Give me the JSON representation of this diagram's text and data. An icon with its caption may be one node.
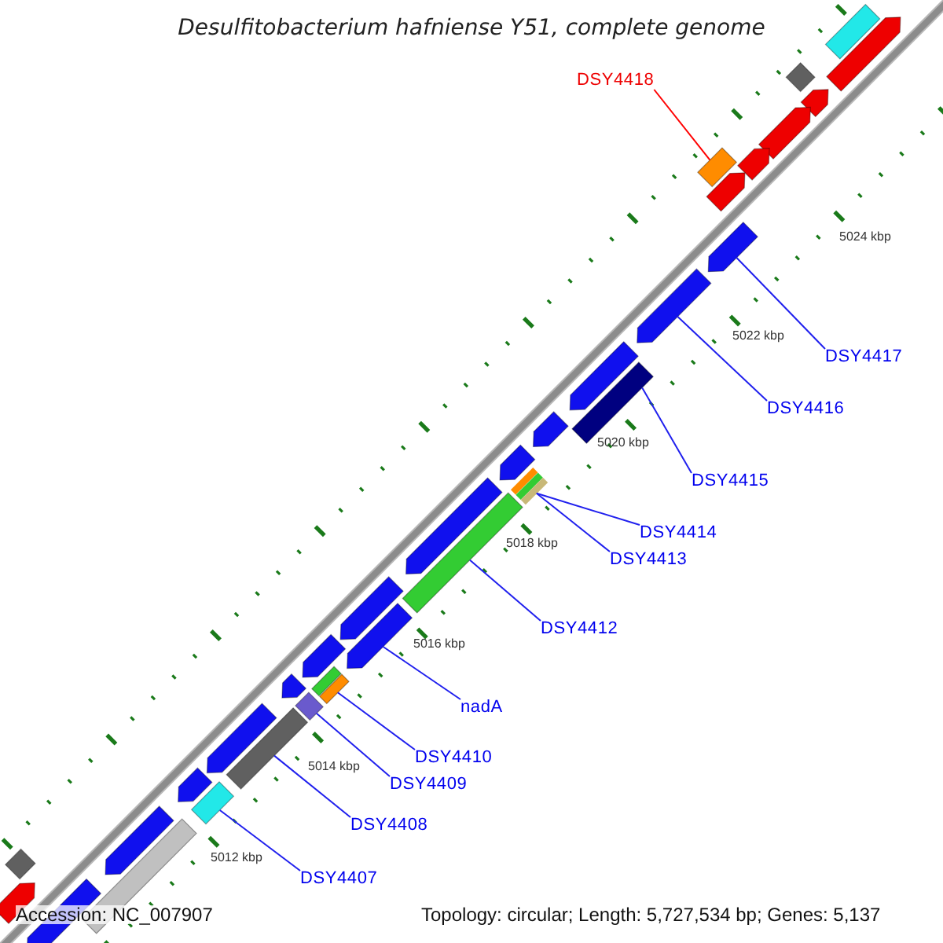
{
  "diagram": {
    "title": "Desulfitobacterium hafniense Y51, complete genome",
    "nodes": [
      {
        "text": [
          "DSY4418"
        ]
      },
      {
        "text": [],
        "shape": "bar"
      },
      {
        "text": [
          "DSY4417"
        ]
      },
      {
        "text": [],
        "shape": "arrow"
      },
      {
        "text": [
          "DSY4416"
        ]
      },
      {
        "text": [],
        "shape": "arrow"
      },
      {
        "text": [
          "DSY4415"
        ]
      },
      {
        "text": [],
        "shape": "bar"
      },
      {
        "text": [
          "DSY4414"
        ]
      },
      {
        "text": [],
        "shape": "bar"
      },
      {
        "text": [
          "DSY4413"
        ]
      },
      {
        "text": [
          "DSY4412"
        ]
      },
      {
        "text": [],
        "shape": "bar"
      },
      {
        "text": [
          "nadA"
        ]
      },
      {
        "text": [],
        "shape": "arrow"
      },
      {
        "text": [
          "DSY4410"
        ]
      },
      {
        "text": [],
        "shape": "bar"
      },
      {
        "text": [
          "DSY4409"
        ]
      },
      {
        "text": [],
        "shape": "bar"
      },
      {
        "text": [
          "DSY4408"
        ]
      },
      {
        "text": [],
        "shape": "bar"
      },
      {
        "text": [
          "DSY4407"
        ]
      },
      {
        "text": [],
        "shape": "bar"
      },
      {
        "text": [],
        "shape": "bar"
      },
      {
        "text": [],
        "shape": "arrow"
      },
      {
        "text": [],
        "shape": "bar"
      },
      {
        "text": [],
        "shape": "arrow"
      },
      {
        "text": [],
        "shape": "arrow"
      },
      {
        "text": [],
        "shape": "arrow"
      },
      {
        "text": [],
        "shape": "arrow"
      },
      {
        "text": [],
        "shape": "arrow"
      },
      {
        "text": [],
        "shape": "arrow"
      },
      {
        "text": [],
        "shape": "arrow"
      },
      {
        "text": [],
        "shape": "arrow"
      },
      {
        "text": [],
        "shape": "arrow"
      },
      {
        "text": [],
        "shape": "arrow"
      },
      {
        "text": [],
        "shape": "arrow"
      },
      {
        "text": [],
        "shape": "bar"
      },
      {
        "text": [],
        "shape": "arrow"
      },
      {
        "text": [],
        "shape": "arrow"
      },
      {
        "text": [],
        "shape": "arrow"
      },
      {
        "text": [],
        "shape": "bar"
      },
      {
        "text": [],
        "shape": "bar"
      },
      {
        "text": [],
        "shape": "arrow"
      },
      {
        "text": [],
        "shape": "arrow"
      }
    ],
    "edges": [
      {
        "from": 0,
        "to": 1,
        "arrow": "none",
        "color": "#ff0000"
      },
      {
        "from": 2,
        "to": 3,
        "arrow": "none"
      },
      {
        "from": 4,
        "to": 5,
        "arrow": "none"
      },
      {
        "from": 6,
        "to": 7,
        "arrow": "none"
      },
      {
        "from": 8,
        "to": 9,
        "arrow": "none"
      },
      {
        "from": 10,
        "to": 9,
        "arrow": "none"
      },
      {
        "from": 11,
        "to": 12,
        "arrow": "none"
      },
      {
        "from": 13,
        "to": 14,
        "arrow": "none"
      },
      {
        "from": 15,
        "to": 16,
        "arrow": "none"
      },
      {
        "from": 17,
        "to": 18,
        "arrow": "none"
      },
      {
        "from": 19,
        "to": 20,
        "arrow": "none"
      },
      {
        "from": 21,
        "to": 22,
        "arrow": "none"
      }
    ],
    "labels": [
      "5024 kbp",
      "5022 kbp",
      "5020 kbp",
      "5018 kbp",
      "5016 kbp",
      "5014 kbp",
      "5012 kbp",
      "Accession: NC_007907",
      "Topology: circular; Length: 5,727,534 bp; Genes: 5,137"
    ]
  }
}
